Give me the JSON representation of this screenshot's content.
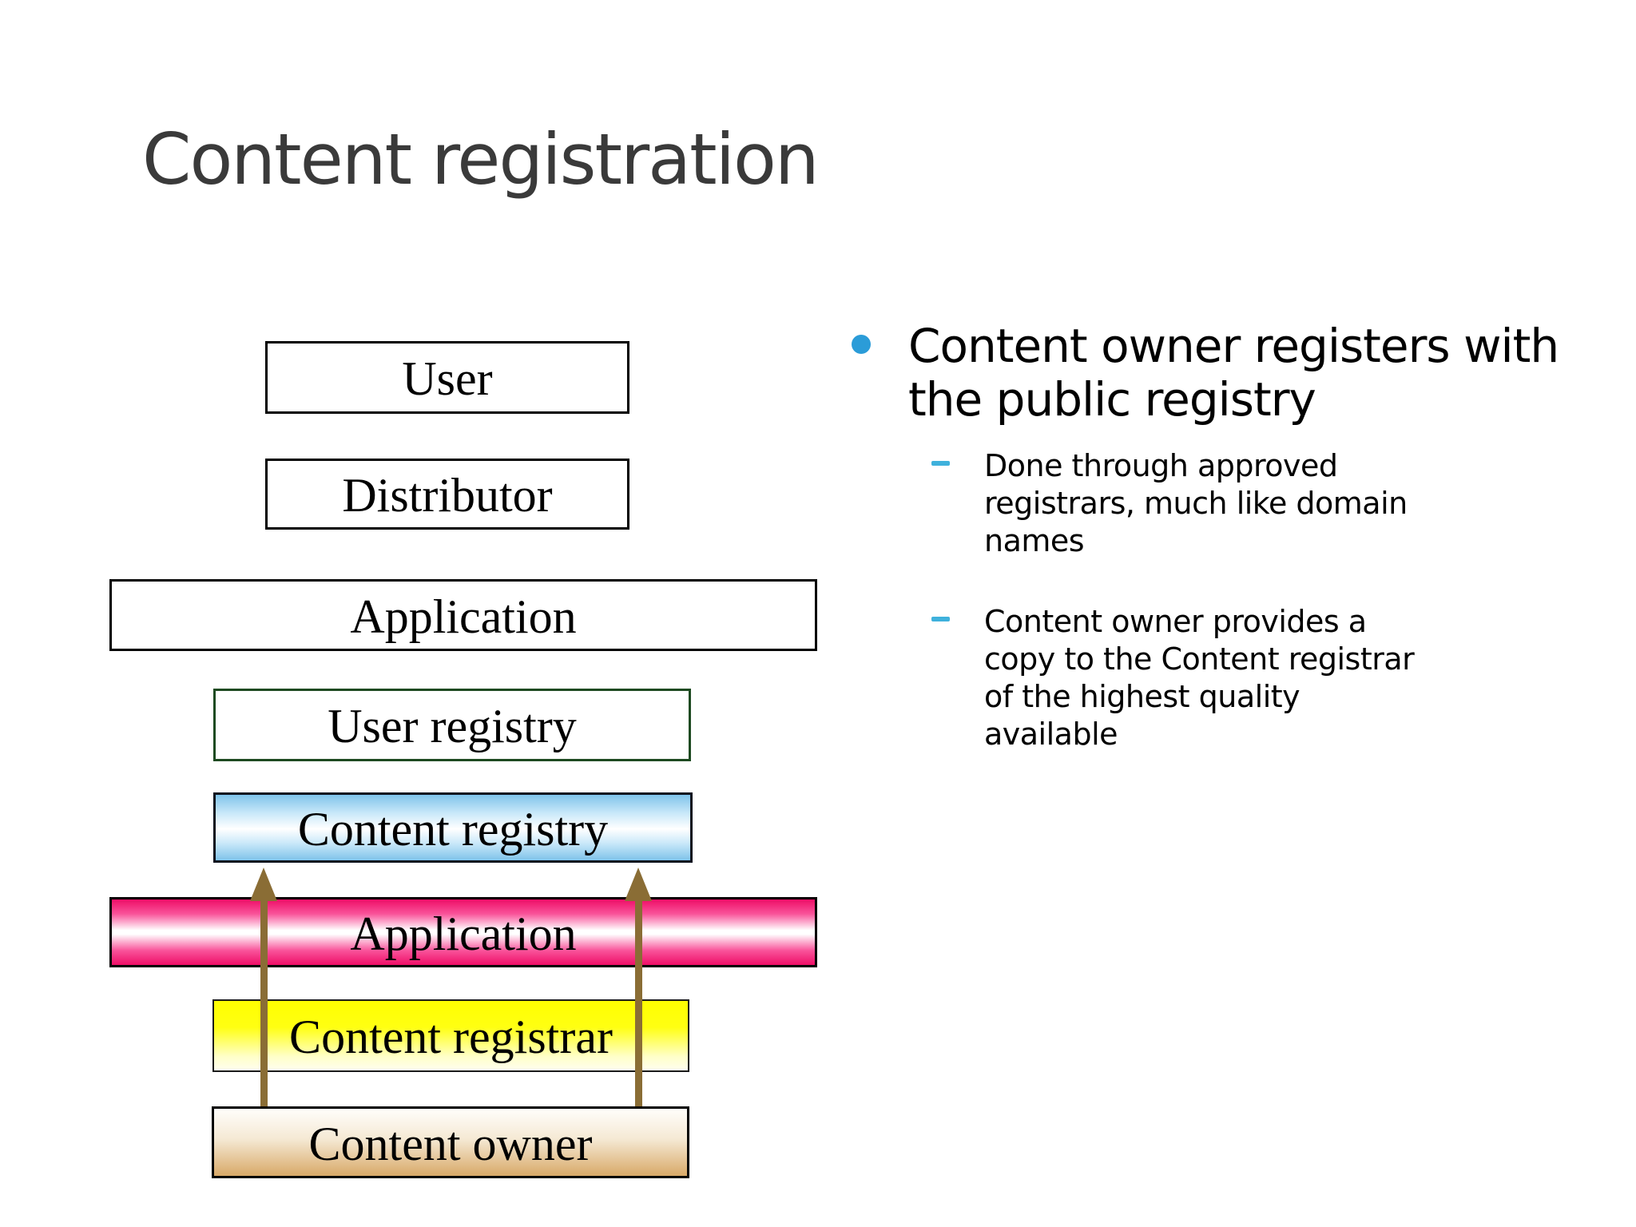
{
  "slide": {
    "title": "Content registration",
    "title_color": "#3a3a3a",
    "background": "#ffffff"
  },
  "diagram": {
    "boxes": {
      "user": {
        "label": "User",
        "fill": "#ffffff",
        "border": "#000000"
      },
      "distributor": {
        "label": "Distributor",
        "fill": "#ffffff",
        "border": "#000000"
      },
      "application_upper": {
        "label": "Application",
        "fill": "#ffffff",
        "border": "#000000"
      },
      "user_registry": {
        "label": "User registry",
        "fill": "#ffffff",
        "border": "#1e4a21"
      },
      "content_registry": {
        "label": "Content registry",
        "fill_edge": "#7fc3ea",
        "fill_mid": "#ffffff",
        "border": "#0a0f1e"
      },
      "application_lower": {
        "label": "Application",
        "fill_edge": "#ee0e67",
        "fill_mid": "#ffffff",
        "border": "#000000"
      },
      "content_registrar": {
        "label": "Content registrar",
        "fill_top": "#ffff00",
        "fill_bottom": "#fffef0",
        "border": "#1a1a1a"
      },
      "content_owner": {
        "label": "Content owner",
        "fill_top": "#fffefb",
        "fill_bottom": "#d8a968",
        "border": "#000000"
      }
    },
    "arrows": {
      "color": "#8a6d35",
      "direction": "up",
      "count": 2,
      "from": "content_owner",
      "to": "content_registry"
    }
  },
  "bullets": {
    "main": {
      "marker": "dot",
      "marker_color": "#2b9cd8",
      "lines": [
        "Content owner registers with",
        "the public registry"
      ]
    },
    "sub": [
      {
        "marker": "dash",
        "marker_color": "#3fb1dc",
        "lines": [
          "Done through approved",
          "registrars, much like domain",
          "names"
        ]
      },
      {
        "marker": "dash",
        "marker_color": "#3fb1dc",
        "lines": [
          "Content owner provides a",
          "copy to the Content registrar",
          "of the highest quality",
          "available"
        ]
      }
    ]
  }
}
